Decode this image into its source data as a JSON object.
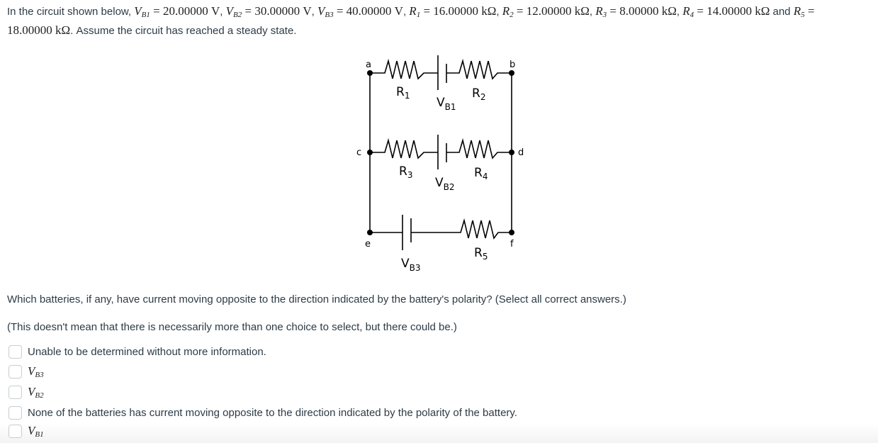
{
  "intro": {
    "lead": "In the circuit shown below, ",
    "givens": [
      {
        "var": "V",
        "sub": "B1",
        "value": "20.00000",
        "unit": "V"
      },
      {
        "var": "V",
        "sub": "B2",
        "value": "30.00000",
        "unit": "V"
      },
      {
        "var": "V",
        "sub": "B3",
        "value": "40.00000",
        "unit": "V"
      },
      {
        "var": "R",
        "sub": "1",
        "value": "16.00000",
        "unit": "kΩ"
      },
      {
        "var": "R",
        "sub": "2",
        "value": "12.00000",
        "unit": "kΩ"
      },
      {
        "var": "R",
        "sub": "3",
        "value": "8.00000",
        "unit": "kΩ"
      },
      {
        "var": "R",
        "sub": "4",
        "value": "14.00000",
        "unit": "kΩ"
      },
      {
        "var": "R",
        "sub": "5",
        "value": "18.00000",
        "unit": "kΩ"
      }
    ],
    "and": " and ",
    "tail": ". Assume the circuit has reached a steady state."
  },
  "circuit": {
    "nodes": [
      "a",
      "b",
      "c",
      "d",
      "e",
      "f"
    ],
    "labels": {
      "R1": "R",
      "R1s": "1",
      "R2": "R",
      "R2s": "2",
      "R3": "R",
      "R3s": "3",
      "R4": "R",
      "R4s": "4",
      "R5": "R",
      "R5s": "5",
      "VB1": "V",
      "VB1s": "B1",
      "VB2": "V",
      "VB2s": "B2",
      "VB3": "V",
      "VB3s": "B3"
    }
  },
  "question": "Which batteries, if any, have current moving opposite to the direction indicated by the battery's polarity? (Select all correct answers.)",
  "note": "(This doesn't mean that there is necessarily more than one choice to select, but there could be.)",
  "options": [
    {
      "label": "Unable to be determined without more information.",
      "math": false,
      "checked": false
    },
    {
      "var": "V",
      "sub": "B3",
      "math": true,
      "checked": false
    },
    {
      "var": "V",
      "sub": "B2",
      "math": true,
      "checked": false
    },
    {
      "label": "None of the batteries has current moving opposite to the direction indicated by the polarity of the battery.",
      "math": false,
      "checked": false
    },
    {
      "var": "V",
      "sub": "B1",
      "math": true,
      "checked": false
    }
  ]
}
